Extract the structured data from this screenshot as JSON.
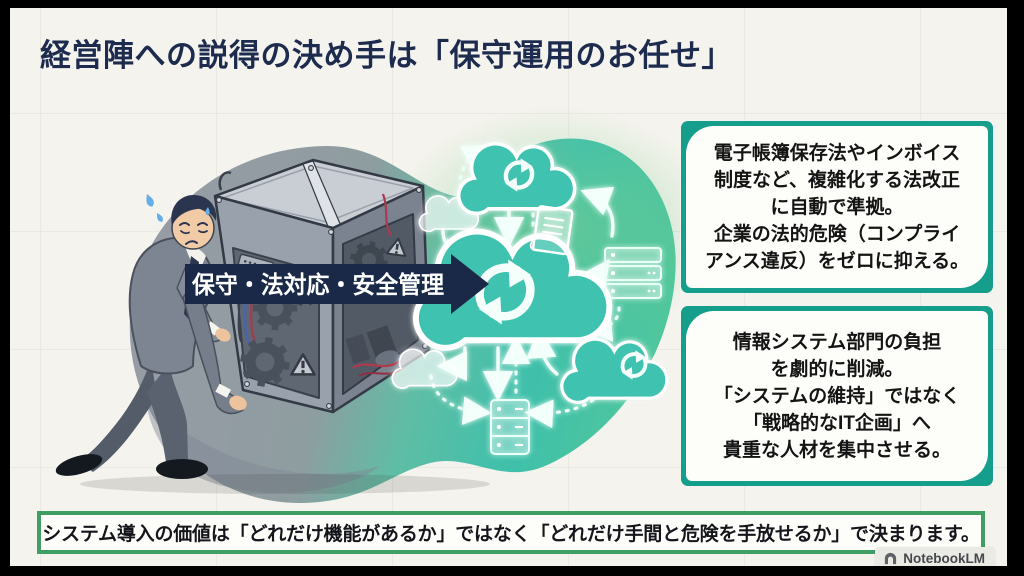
{
  "slide": {
    "title": "経営陣への説得の決め手は「保守運用のお任せ」",
    "illustration": {
      "label": "保守・法対応・安全管理",
      "description": "businessman carrying heavy legacy machine cube toward cloud network",
      "icons": [
        "legacy-machine-cube",
        "businessman-figure",
        "flow-arrow-banner",
        "cloud-sync-icon",
        "cloud-icon",
        "document-icon",
        "server-rack-icon",
        "dashed-flow-arrows"
      ]
    },
    "cards": [
      {
        "lines": [
          "電子帳簿保存法やインボイス",
          "制度など、複雑化する法改正",
          "に自動で準拠。",
          "企業の法的危険（コンプライ",
          "アンス違反）をゼロに抑える。"
        ]
      },
      {
        "lines": [
          "情報システム部門の負担",
          "を劇的に削減。",
          "「システムの維持」ではなく",
          "「戦略的なIT企画」へ",
          "貴重な人材を集中させる。"
        ]
      }
    ],
    "banner": "システム導入の価値は「どれだけ機能があるか」ではなく「どれだけ手間と危険を手放せるか」で決まります。",
    "watermark": "NotebookLM",
    "colors": {
      "slide_bg": "#f4f3ed",
      "title_navy": "#1d2b4f",
      "card_teal": "#149e8b",
      "banner_green": "#3f9e63",
      "cloud_teal": "#3fc2b0",
      "blob_gray": "#979ba5",
      "blob_green": "#5fc890",
      "label_navy": "#1a2947"
    }
  }
}
